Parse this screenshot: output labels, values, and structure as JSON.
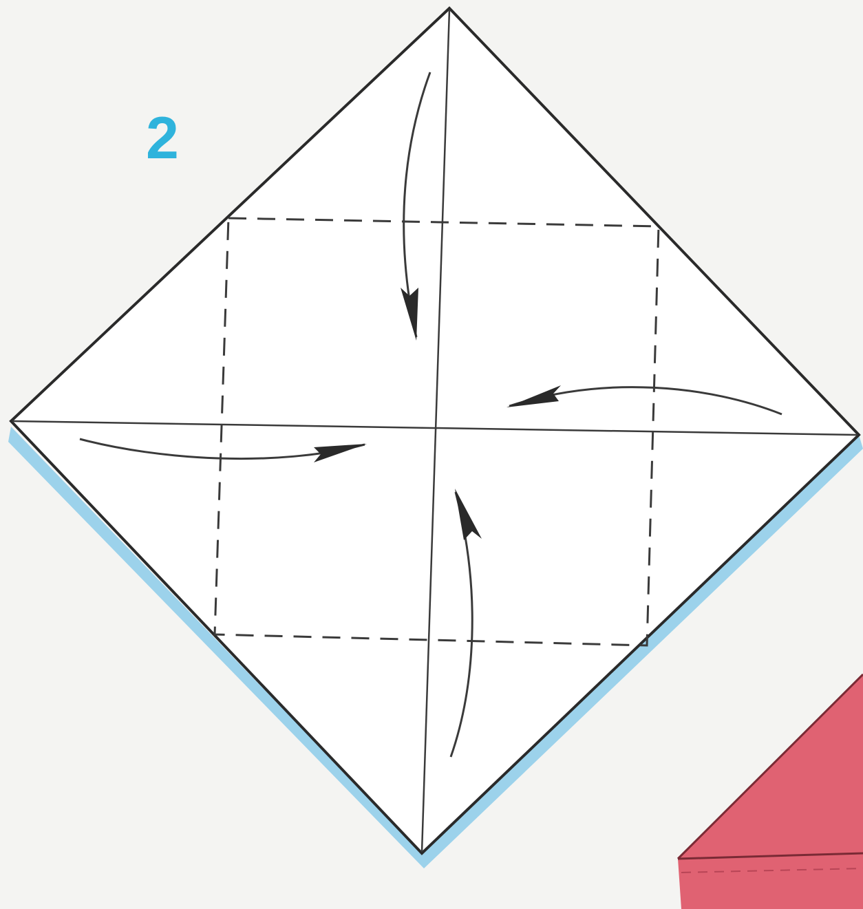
{
  "step": {
    "number": "2"
  },
  "colors": {
    "paper": "#ffffff",
    "background": "#f4f4f2",
    "outline": "#2a2a2a",
    "fold_line": "#3a3a3a",
    "arrow": "#3a3a3a",
    "shadow": "#8ccbea",
    "step_number": "#2fb3dc",
    "next_step_paper": "#e06272"
  },
  "diagram": {
    "shape": "square-paper-turned-diamond",
    "creases": [
      "vertical-diagonal",
      "horizontal-diagonal"
    ],
    "fold_lines": "valley-fold-dashed-square",
    "arrows": [
      "fold-top-corner-down",
      "fold-right-corner-left",
      "fold-bottom-corner-up",
      "fold-left-corner-right"
    ]
  }
}
